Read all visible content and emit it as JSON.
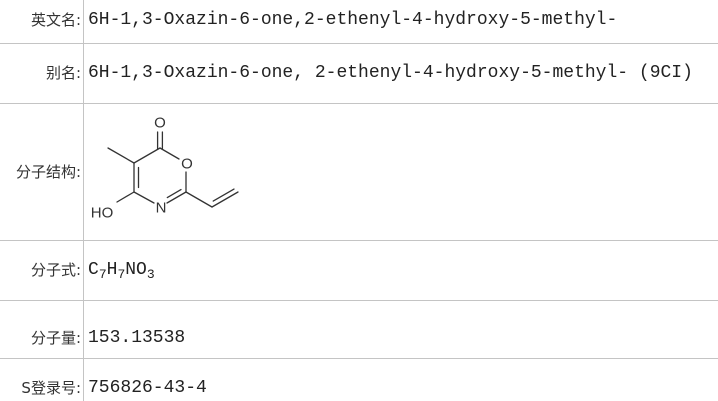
{
  "rows": {
    "english_name": {
      "label": "英文名:",
      "value": "6H-1,3-Oxazin-6-one,2-ethenyl-4-hydroxy-5-methyl-"
    },
    "alias": {
      "label": "别名:",
      "value": "6H-1,3-Oxazin-6-one, 2-ethenyl-4-hydroxy-5-methyl- (9CI)"
    },
    "structure": {
      "label": "分子结构:",
      "atoms": {
        "carbonyl_oxygen": "O",
        "ring_oxygen": "O",
        "ring_nitrogen": "N",
        "hydroxyl": "HO"
      }
    },
    "formula": {
      "label": "分子式:",
      "parts": [
        {
          "symbol": "C",
          "count": "7"
        },
        {
          "symbol": "H",
          "count": "7"
        },
        {
          "symbol": "NO",
          "count": "3"
        }
      ]
    },
    "molecular_weight": {
      "label": "分子量:",
      "value": "153.13538"
    },
    "cas": {
      "label": "S登录号:",
      "value": "756826-43-4"
    }
  }
}
